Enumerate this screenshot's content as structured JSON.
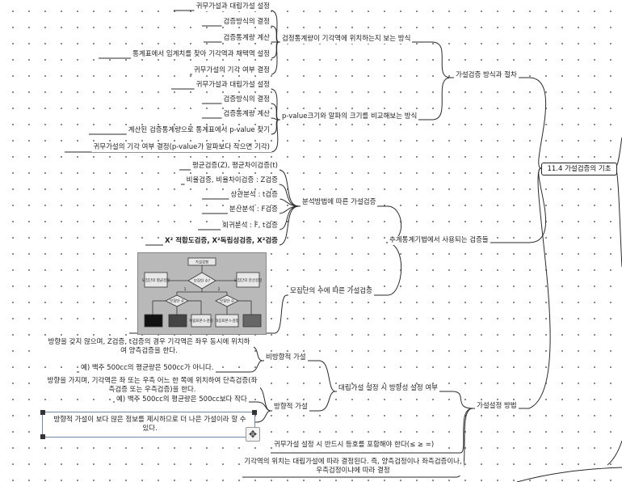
{
  "root": {
    "label": "11.4 가설검증의 기초"
  },
  "branches": {
    "procedure": {
      "label": "가설검증 방식과 절차",
      "critical": {
        "label": "검정통계량이 기각역에 위치하는지 보는 방식",
        "steps": [
          "귀무가설과 대립가설 설정",
          "검증방식의 결정",
          "검증통계량 계산",
          "통계표에서 임계치를 찾아 기각역과 채택역 설정",
          "귀무가설의 기각 여부 결정"
        ]
      },
      "pvalue": {
        "label": "p-value크기와 알파의 크기를 비교해보는 방식",
        "steps": [
          "귀무가설과 대립가설 설정",
          "검증방식의 결정",
          "검증통계량 계산",
          "계산된 검증통계량으로 통계표에서 p-value 찾기",
          "귀무가설의 기각 여부 결정(p-value가 알파보다 작으면 기각)"
        ]
      }
    },
    "tests": {
      "label": "추계통계기법에서 사용되는 검증들",
      "analysis": {
        "label": "분석방법에 따른 가설검증",
        "items": [
          "평균검증(Z), 평균차이검증(t)",
          "비율검증, 비율차이검증 : Z검증",
          "상관분석 : t검증",
          "분산분석 : F검증",
          "회귀분석 : F, t검증",
          "X² 적합도검증, X²독립성검증, X²검증"
        ]
      },
      "population": {
        "label": "모집단의 수에 따른 가설검증",
        "image": {
          "title": "가설검정",
          "decision": "모집단 수?",
          "left_note": "모집단의 평균검정",
          "right_note": "모집단의 분산검정",
          "sub_left": "모집단 수",
          "sub_right": "모집단 수",
          "edge_one": "1",
          "edge_two": "2",
          "bottom": [
            "",
            "",
            "독립표본 t-검정",
            "대응표본 t-검정",
            ""
          ]
        }
      }
    },
    "direction": {
      "label": "가설설정 방법",
      "alt": {
        "label": "대립가설 설정 시 방향성 설정 여부",
        "nondirectional": {
          "label": "비방향적 가설",
          "desc": "방향을 갖지 않으며, Z검증, t검증의 경우 기각역은 좌우 동시에 위치하여 양측검증을 한다.",
          "example": "예) 백주 500cc의 평균량은 500cc가 아니다."
        },
        "directional": {
          "label": "방향적 가설",
          "desc": "방향을 가지며, 기각역은 좌 또는 우측 어느 한 쪽에 위치하여 단측검증(좌측검증 또는 우측검증)을 한다.",
          "example": "예) 백주 500cc의 평균량은 500cc보다 작다",
          "note": "방향적 가설이 보다 많은 정보를 제시하므로 더 나은 가설이라 할 수 있다."
        }
      },
      "null_rule": "귀무가설 설정 시 반드시 등호를 포함해야 한다(≤ ≥ =)",
      "rejection_rule": "기각역의 위치는 대립가설에 따라 결정된다. 즉, 양측검정이나 좌측검증이나, 우측검정이냐에 따라 결정"
    }
  },
  "icons": {
    "move": "move-arrows-icon"
  },
  "colors": {
    "line": "#2a2a2a",
    "editor_border": "#6f8aa8",
    "image_bg": "#b9b9b9"
  }
}
